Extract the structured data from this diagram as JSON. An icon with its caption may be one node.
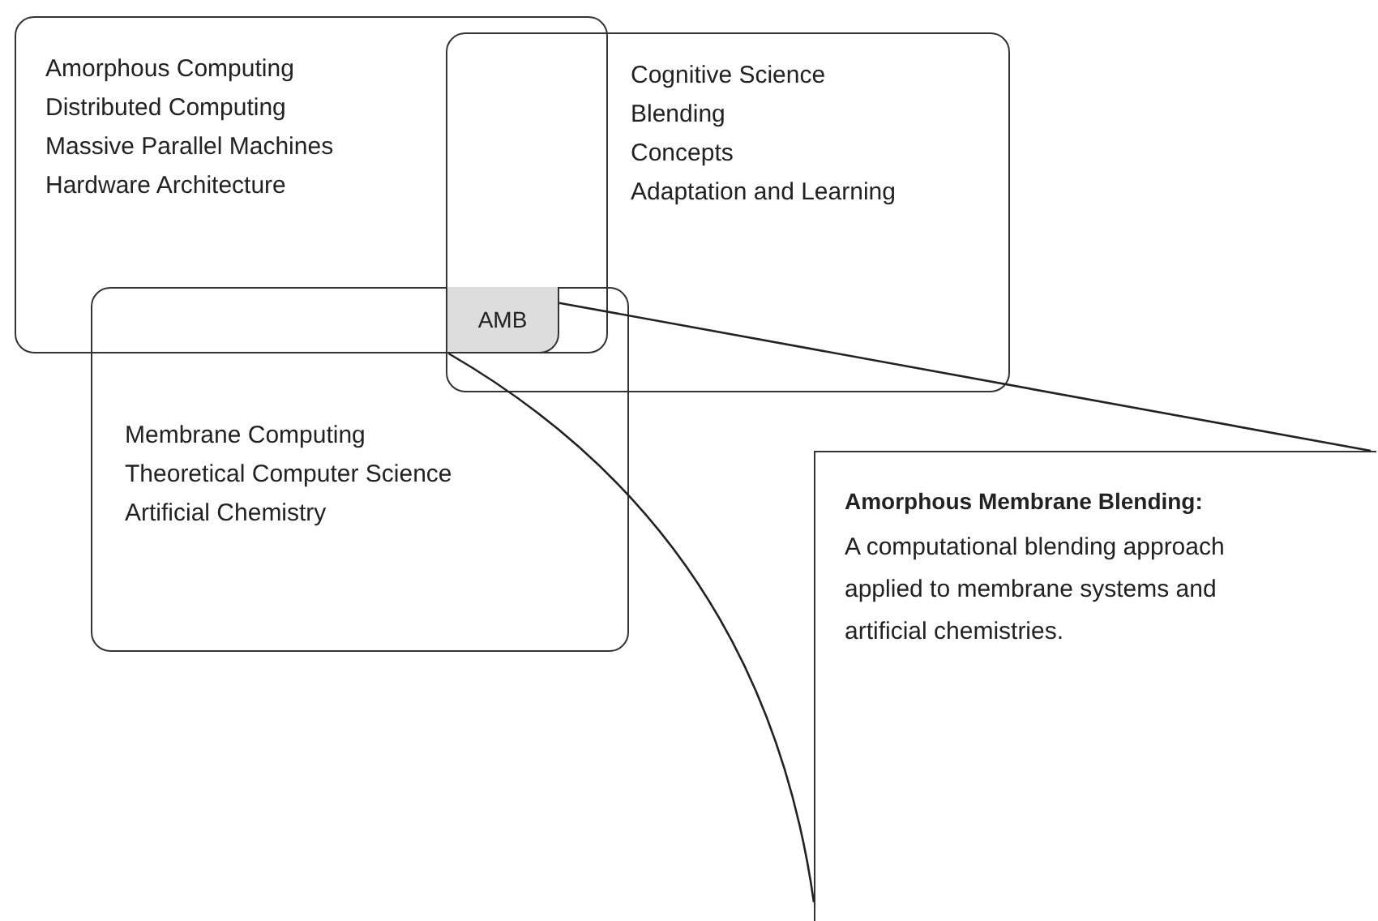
{
  "diagram": {
    "nodes": [
      {
        "text": [
          "Amorphous Computing",
          "Distributed Computing",
          "Massive Parallel Machines",
          "Hardware Architecture"
        ]
      },
      {
        "text": [
          "Cognitive Science",
          "Blending",
          "Concepts",
          "Adaptation and Learning"
        ]
      },
      {
        "text": [
          "Membrane Computing",
          "Theoretical Computer Science",
          "Artificial Chemistry"
        ]
      },
      {
        "text": [
          "AMB"
        ]
      },
      {
        "text": [
          "Amorphous Membrane Blending:",
          "A computational blending approach applied to membrane systems and artificial chemistries."
        ]
      }
    ],
    "edges": [
      {
        "from": 3,
        "to": 4,
        "arrow": "none"
      },
      {
        "from": 3,
        "to": 4,
        "arrow": "none"
      }
    ]
  }
}
